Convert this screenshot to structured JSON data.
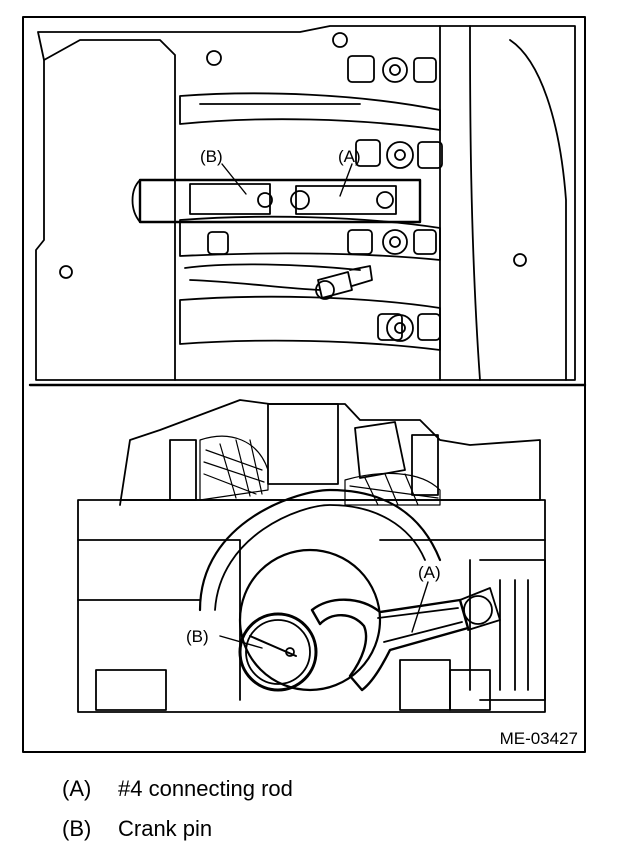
{
  "figure": {
    "id_label": "ME-03427",
    "top_panel": {
      "callouts": [
        "(B)",
        "(A)"
      ]
    },
    "bottom_panel": {
      "callouts": [
        "(A)",
        "(B)"
      ]
    }
  },
  "legend": [
    {
      "key": "(A)",
      "text": "#4 connecting rod"
    },
    {
      "key": "(B)",
      "text": "Crank pin"
    }
  ]
}
